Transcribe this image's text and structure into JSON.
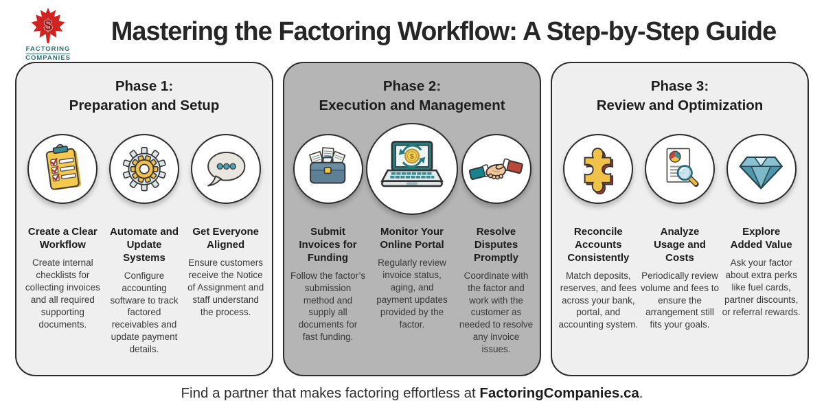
{
  "header": {
    "logo": {
      "symbol": "$",
      "line1": "FACTORING",
      "line2": "COMPANIES"
    },
    "title": "Mastering the Factoring Workflow: A Step-by-Step Guide"
  },
  "colors": {
    "panel_light": "#efefef",
    "panel_dark": "#b5b5b5",
    "logo_red": "#d12422",
    "logo_teal": "#2f6f74",
    "icon_teal": "#3d8b93",
    "icon_yellow": "#f0c24a",
    "icon_red": "#b9473a"
  },
  "phases": [
    {
      "title": "Phase 1:\nPreparation and Setup",
      "items": [
        {
          "icon": "checklist-clipboard-icon",
          "heading": "Create a Clear Workflow",
          "body": "Create internal checklists for collecting invoices and all required supporting documents."
        },
        {
          "icon": "gears-icon",
          "heading": "Automate and Update Systems",
          "body": "Configure accounting software to track factored receivables and update payment details."
        },
        {
          "icon": "speech-bubble-icon",
          "heading": "Get Everyone Aligned",
          "body": "Ensure customers receive the Notice of Assignment and staff understand the process."
        }
      ]
    },
    {
      "title": "Phase 2:\nExecution and Management",
      "items": [
        {
          "icon": "briefcase-documents-icon",
          "heading": "Submit Invoices for Funding",
          "body": "Follow the factor’s submission method and supply all documents for fast funding."
        },
        {
          "icon": "laptop-money-portal-icon",
          "heading": "Monitor Your Online Portal",
          "body": "Regularly review invoice status, aging, and payment updates provided by the factor."
        },
        {
          "icon": "handshake-icon",
          "heading": "Resolve Disputes Promptly",
          "body": "Coordinate with the factor and work with the customer as needed to resolve any invoice issues."
        }
      ]
    },
    {
      "title": "Phase 3:\nReview and Optimization",
      "items": [
        {
          "icon": "puzzle-piece-icon",
          "heading": "Reconcile Accounts Consistently",
          "body": "Match deposits, reserves, and fees across your bank, portal, and accounting system."
        },
        {
          "icon": "report-magnifier-icon",
          "heading": "Analyze Usage and Costs",
          "body": "Periodically review volume and fees to ensure the arrangement still fits your goals."
        },
        {
          "icon": "diamond-icon",
          "heading": "Explore Added Value",
          "body": "Ask your factor about extra perks like fuel cards, partner discounts, or referral rewards."
        }
      ]
    }
  ],
  "footer": {
    "prefix": "Find a partner that makes factoring effortless at ",
    "brand": "FactoringCompanies.ca",
    "suffix": "."
  }
}
